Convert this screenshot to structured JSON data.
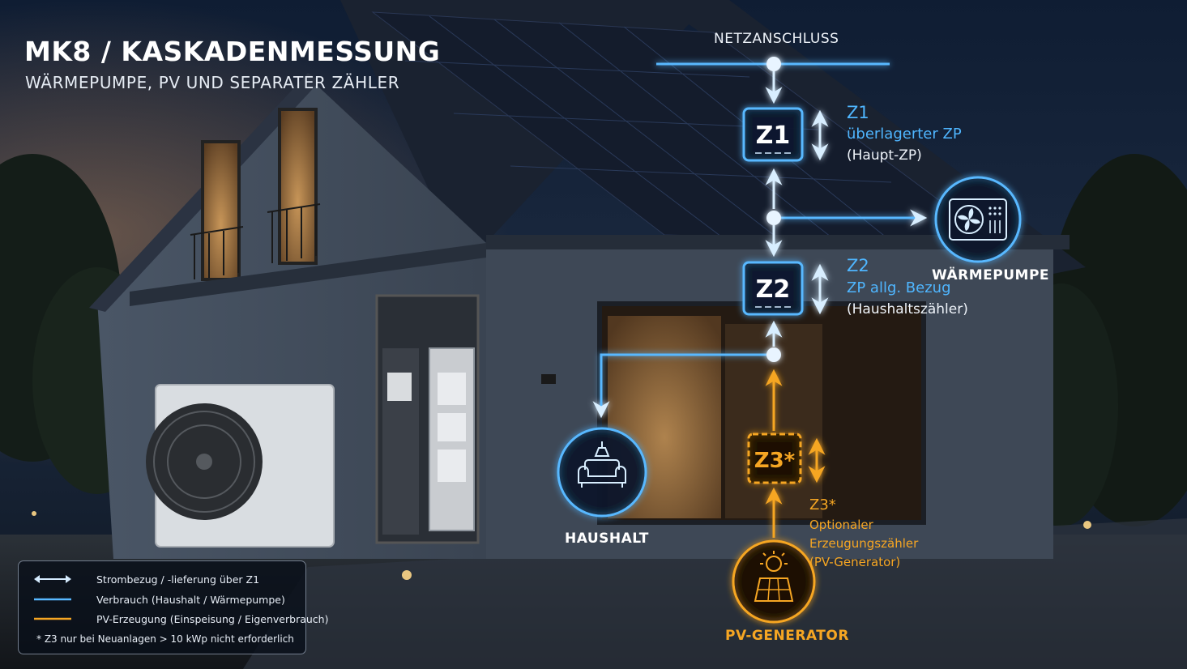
{
  "title": "MK8 / KASKADENMESSUNG",
  "subtitle": "WÄRMEPUMPE, PV UND SEPARATER ZÄHLER",
  "grid_connection_label": "NETZANSCHLUSS",
  "meters": {
    "z1": {
      "box_label": "Z1",
      "heading": "Z1",
      "line1": "überlagerter ZP",
      "line2": "(Haupt-ZP)"
    },
    "z2": {
      "box_label": "Z2",
      "heading": "Z2",
      "line1": "ZP allg. Bezug",
      "line2": "(Haushaltszähler)"
    },
    "z3": {
      "box_label": "Z3*",
      "heading": "Z3*",
      "line1": "Optionaler",
      "line2": "Erzeugungszähler",
      "line3": "(PV-Generator)"
    }
  },
  "nodes": {
    "heat_pump": {
      "label": "WÄRMEPUMPE",
      "icon": "heat-pump-fan-icon"
    },
    "household": {
      "label": "HAUSHALT",
      "icon": "sofa-lamp-icon"
    },
    "pv_generator": {
      "label": "PV-GENERATOR",
      "icon": "solar-panel-sun-icon"
    }
  },
  "legend": {
    "items": [
      {
        "label": "Strombezug / -lieferung über Z1",
        "style": "double-arrow",
        "color": "#d6ecff"
      },
      {
        "label": "Verbrauch (Haushalt / Wärmepumpe)",
        "style": "line",
        "color": "#58b8ff"
      },
      {
        "label": "PV-Erzeugung (Einspeisung / Eigenverbrauch)",
        "style": "line",
        "color": "#f6a623"
      }
    ],
    "note": "* Z3 nur bei Neuanlagen > 10 kWp nicht erforderlich"
  },
  "colors": {
    "blue": "#4fb6ff",
    "orange": "#f6a623",
    "white": "#ffffff"
  }
}
